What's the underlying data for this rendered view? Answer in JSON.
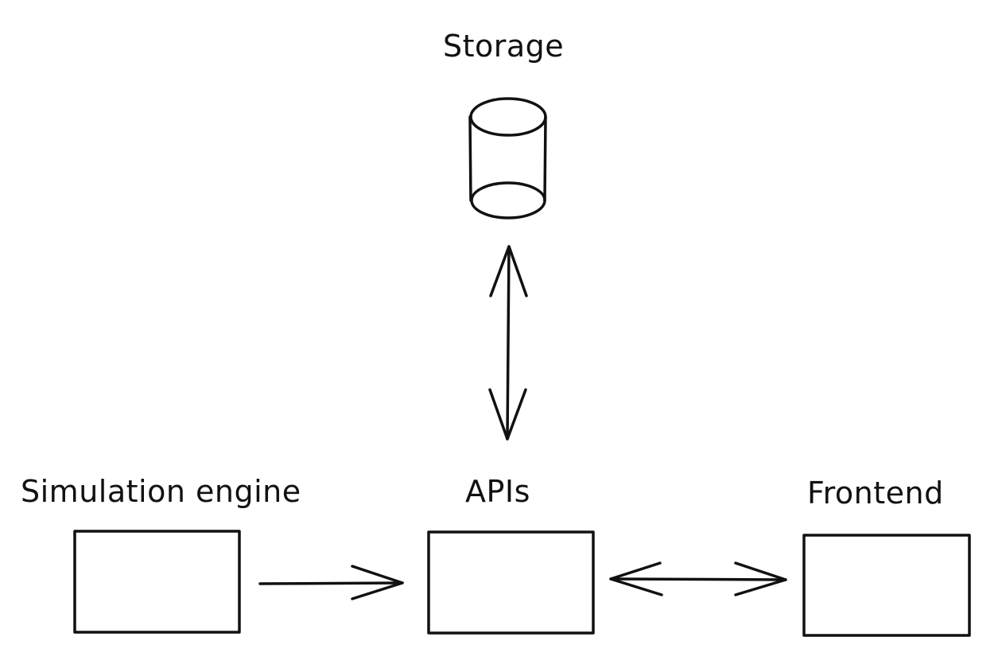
{
  "diagram": {
    "nodes": {
      "storage": {
        "label": "Storage",
        "shape": "cylinder-icon"
      },
      "simulation_engine": {
        "label": "Simulation engine",
        "shape": "rectangle"
      },
      "apis": {
        "label": "APIs",
        "shape": "rectangle"
      },
      "frontend": {
        "label": "Frontend",
        "shape": "rectangle"
      }
    },
    "edges": [
      {
        "from": "simulation_engine",
        "to": "apis",
        "direction": "one-way"
      },
      {
        "from": "apis",
        "to": "frontend",
        "direction": "bidirectional"
      },
      {
        "from": "apis",
        "to": "storage",
        "direction": "bidirectional"
      }
    ],
    "colors": {
      "stroke": "#111111",
      "background": "#ffffff"
    }
  }
}
